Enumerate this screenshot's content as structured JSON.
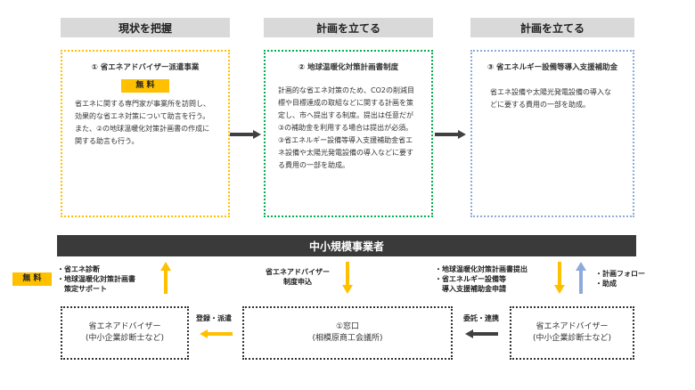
{
  "headers": {
    "col1": "現状を把握",
    "col2": "計画を立てる",
    "col3": "計画を立てる"
  },
  "box1": {
    "title": "① 省エネアドバイザー派遣事業",
    "badge": "無 料",
    "body": "省エネに関する専門家が事業所を訪問し、効果的な省エネ対策について助言を行う。また、②の地球温暖化対策計画書の作成に関する助言も行う。"
  },
  "box2": {
    "title": "② 地球温暖化対策計画書制度",
    "body": "計画的な省エネ対策のため、CO2の削減目標や目標達成の取組などに関する計画を策定し、市へ提出する制度。提出は任意だが③の補助金を利用する場合は提出が必須。③省エネルギー設備等導入支援補助金省エネ設備や太陽光発電設備の導入などに要する費用の一部を助成。"
  },
  "box3": {
    "title": "③ 省エネルギー設備等導入支援補助金",
    "body": "省エネ設備や太陽光発電設備の導入などに要する費用の一部を助成。"
  },
  "main_bar": "中小規模事業者",
  "left_badge": "無 料",
  "left_bullets": [
    "・省エネ診断",
    "・地球温暖化対策計画書",
    "　策定サポート"
  ],
  "mid_label": [
    "省エネアドバイザー",
    "制度申込"
  ],
  "right_bullets": [
    "・地球温暖化対策計画書提出",
    "・省エネルギー設備等",
    "　導入支援補助金申請"
  ],
  "far_right_bullets": [
    "・計画フォロー",
    "・助成"
  ],
  "lower_boxes": {
    "left": [
      "省エネアドバイザー",
      "(中小企業診断士など)"
    ],
    "center": [
      "①窓口",
      "(相模原商工会議所)"
    ],
    "right": [
      "省エネアドバイザー",
      "(中小企業診断士など)"
    ]
  },
  "flow_labels": {
    "register": "登録・派遣",
    "entrust": "委託・連携"
  },
  "colors": {
    "yellow": "#ffc000",
    "green": "#00b050",
    "blue": "#8eaadb",
    "dark": "#3a3a3a",
    "arrow_dark": "#404040"
  }
}
